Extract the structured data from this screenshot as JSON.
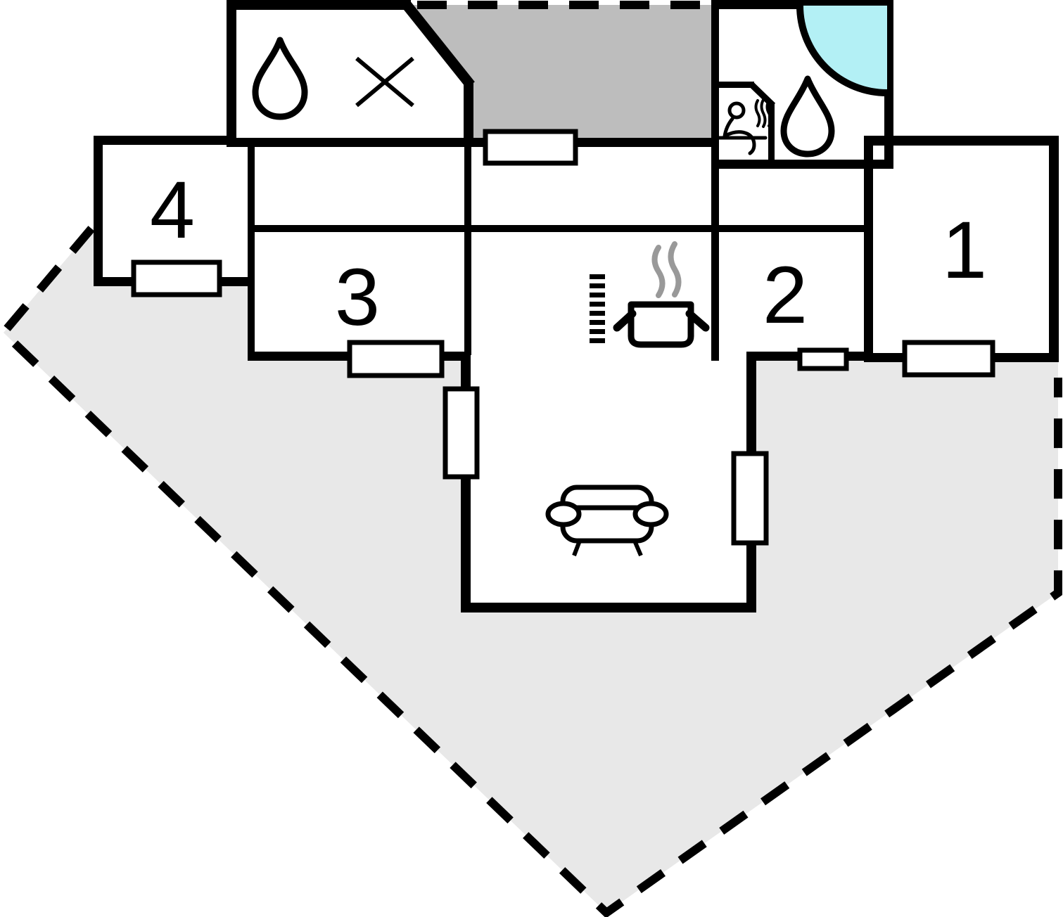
{
  "plan": {
    "title": "holiday-home-floor-plan",
    "rooms": [
      {
        "number": "1"
      },
      {
        "number": "2"
      },
      {
        "number": "3"
      },
      {
        "number": "4"
      }
    ],
    "icons": [
      "water-drop-icon",
      "water-drop-icon",
      "shower-corner-icon",
      "sauna-icon",
      "cross-icon",
      "stove-icon",
      "pot-steam-icon",
      "sofa-icon",
      "window-marker",
      "door-marker"
    ],
    "colors": {
      "wall": "#000000",
      "accent_cyan": "#b3f0f5",
      "terrace_light": "#e8e8e8",
      "terrace_dark": "#bdbdbd",
      "steam_gray": "#999999"
    }
  }
}
